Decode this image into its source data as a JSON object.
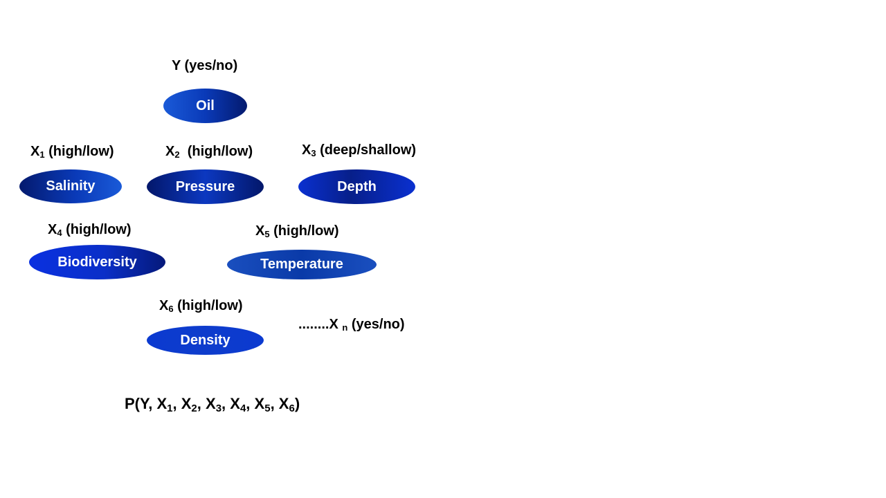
{
  "nodes": {
    "oil": {
      "label": "Oil",
      "variable": "Y",
      "domain": "(yes/no)"
    },
    "salinity": {
      "label": "Salinity",
      "variable": "X",
      "index": "1",
      "domain": "(high/low)"
    },
    "pressure": {
      "label": "Pressure",
      "variable": "X",
      "index": "2",
      "domain": "(high/low)"
    },
    "depth": {
      "label": "Depth",
      "variable": "X",
      "index": "3",
      "domain": "(deep/shallow)"
    },
    "biodiversity": {
      "label": "Biodiversity",
      "variable": "X",
      "index": "4",
      "domain": "(high/low)"
    },
    "temperature": {
      "label": "Temperature",
      "variable": "X",
      "index": "5",
      "domain": "(high/low)"
    },
    "density": {
      "label": "Density",
      "variable": "X",
      "index": "6",
      "domain": "(high/low)"
    }
  },
  "extra": {
    "prefix": "........X",
    "index": "n",
    "domain": "(yes/no)"
  },
  "formula": {
    "open": "P(Y, ",
    "terms": [
      {
        "var": "X",
        "sub": "1"
      },
      {
        "var": "X",
        "sub": "2"
      },
      {
        "var": "X",
        "sub": "3"
      },
      {
        "var": "X",
        "sub": "4"
      },
      {
        "var": "X",
        "sub": "5"
      },
      {
        "var": "X",
        "sub": "6"
      }
    ],
    "separator": ", ",
    "close": ")"
  }
}
